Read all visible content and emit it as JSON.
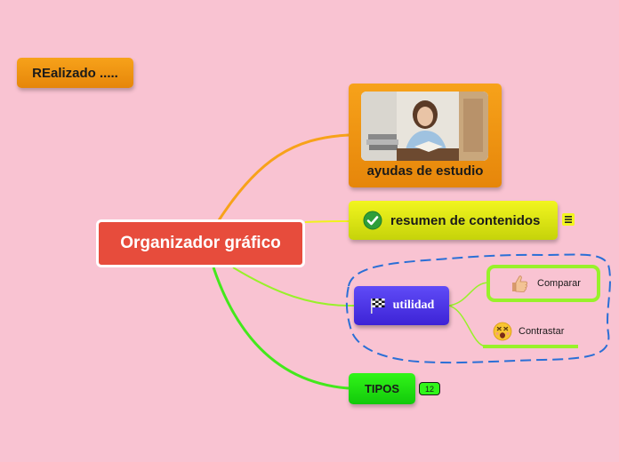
{
  "nodes": {
    "realizado": "REalizado .....",
    "central": "Organizador gráfico",
    "ayudas": "ayudas de estudio",
    "resumen": "resumen de contenidos",
    "utilidad": "utilidad",
    "comparar": "Comparar",
    "contrastar": "Contrastar",
    "tipos": "TIPOS",
    "tipos_count": "12"
  },
  "icons": {
    "ayudas": "studying-woman-photo",
    "resumen": "green-checkmark-icon",
    "resumen_notes": "notes-icon",
    "utilidad": "checkered-flag-icon",
    "comparar": "thumbs-up-icon",
    "contrastar": "dizzy-face-icon"
  },
  "colors": {
    "background": "#f9c3d2",
    "central": "#e74c3c",
    "orange_topic": "#f29a16",
    "yellow_topic": "#e8ee17",
    "blue_topic": "#4a33e6",
    "green_topic": "#2ae019",
    "lime_subtopic": "#98f12a",
    "boundary": "#2a6fd6"
  }
}
